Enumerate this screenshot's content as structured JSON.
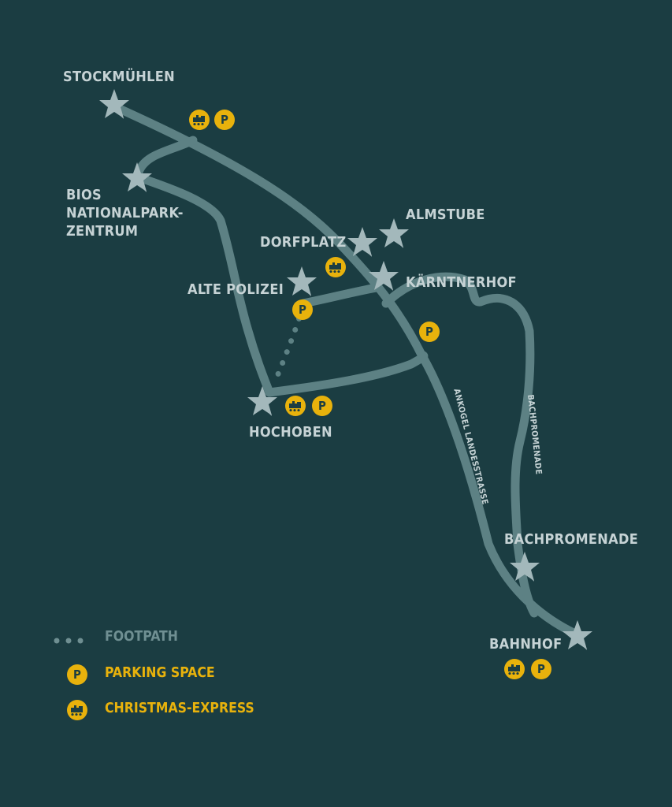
{
  "stops": {
    "stockmuehlen": "STOCKMÜHLEN",
    "bios_1": "BIOS",
    "bios_2": "NATIONALPARK-",
    "bios_3": "ZENTRUM",
    "almstube": "ALMSTUBE",
    "dorfplatz": "DORFPLATZ",
    "kaerntnerhof": "KÄRNTNERHOF",
    "alte_polizei": "ALTE POLIZEI",
    "hochoben": "HOCHOBEN",
    "bachpromenade": "BACHPROMENADE",
    "bahnhof": "BAHNHOF"
  },
  "roads": {
    "ankogel": "ANKOGEL LANDESSTRASSE",
    "bachpromenade": "BACHPROMENADE"
  },
  "parking_letter": "P",
  "legend": {
    "footpath": "FOOTPATH",
    "parking": "PARKING SPACE",
    "express": "CHRISTMAS-EXPRESS"
  },
  "colors": {
    "background": "#1b3d42",
    "route": "#5d8184",
    "star": "#a3b8bb",
    "badge": "#e8b20c",
    "label": "#c6d3d5",
    "legend_footpath": "#6f8f92",
    "legend_parking": "#e8b20c"
  },
  "icons": [
    "star-icon",
    "parking-icon",
    "train-icon"
  ]
}
